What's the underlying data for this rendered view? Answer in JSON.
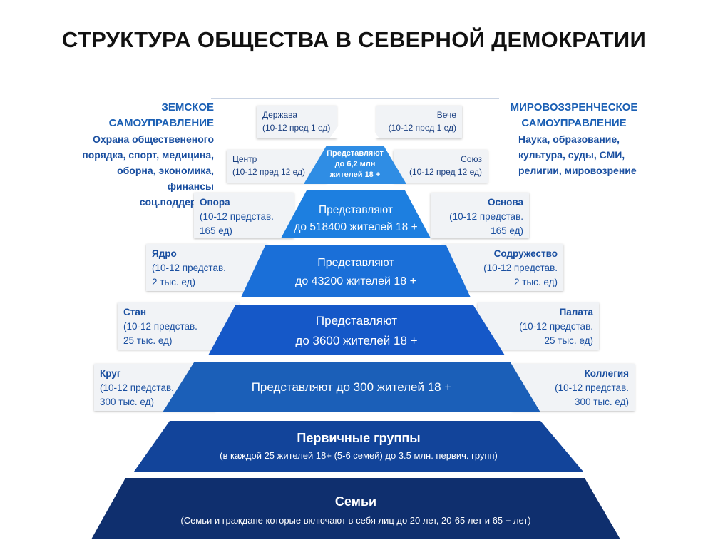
{
  "title": "СТРУКТУРА ОБЩЕСТВА В СЕВЕРНОЙ ДЕМОКРАТИИ",
  "left_column": {
    "heading": [
      "ЗЕМСКОЕ",
      "САМОУПРАВЛЕНИЕ"
    ],
    "description": [
      "Охрана обществененого",
      "порядка, спорт, медицина,",
      "оборна, экономика, финансы",
      "соц.поддержка"
    ]
  },
  "right_column": {
    "heading": [
      "МИРОВОЗЗРЕНЧЕСКОЕ",
      "САМОУПРАВЛЕНИЕ"
    ],
    "description": [
      "Наука, образование,",
      "культура, суды, СМИ,",
      "религии, мировозрение"
    ]
  },
  "tiers": [
    {
      "line1": "",
      "line2": ""
    },
    {
      "line1": "Представляют",
      "line2": "до 6,2 млн",
      "line3": "жителей 18 +"
    },
    {
      "line1": "Представляют",
      "line2": "до 518400 жителей 18 +"
    },
    {
      "line1": "Представляют",
      "line2": "до 43200 жителей 18 +"
    },
    {
      "line1": "Представляют",
      "line2": "до 3600 жителей 18 +"
    },
    {
      "line1": "Представляют до 300 жителей 18 +"
    },
    {
      "line1": "Первичные группы",
      "line2": "(в каждой 25 жителей 18+ (5-6 семей) до 3.5 млн. первич. групп)"
    },
    {
      "line1": "Семьи",
      "line2": "(Семьи и граждане которые включают в себя лиц до 20 лет, 20-65 лет и 65 + лет)"
    }
  ],
  "left_cards": [
    {
      "name": "Держава",
      "detail": [
        "(10-12 пред 1 ед)"
      ]
    },
    {
      "name": "Центр",
      "detail": [
        "(10-12 пред 12 ед)"
      ]
    },
    {
      "name": "Опора",
      "detail": [
        "(10-12 представ.",
        "165 ед)"
      ]
    },
    {
      "name": "Ядро",
      "detail": [
        "(10-12 представ.",
        "2 тыс. ед)"
      ]
    },
    {
      "name": "Стан",
      "detail": [
        "(10-12 представ.",
        "25 тыс. ед)"
      ]
    },
    {
      "name": "Круг",
      "detail": [
        "(10-12 представ.",
        "300 тыс. ед)"
      ]
    }
  ],
  "right_cards": [
    {
      "name": "Вече",
      "detail": [
        "(10-12 пред 1 ед)"
      ]
    },
    {
      "name": "Союз",
      "detail": [
        "(10-12 пред 12 ед)"
      ]
    },
    {
      "name": "Основа",
      "detail": [
        "(10-12 представ.",
        "165 ед)"
      ]
    },
    {
      "name": "Содружество",
      "detail": [
        "(10-12 представ.",
        "2 тыс. ед)"
      ]
    },
    {
      "name": "Палата",
      "detail": [
        "(10-12 представ.",
        "25 тыс. ед)"
      ]
    },
    {
      "name": "Коллегия",
      "detail": [
        "(10-12 представ.",
        "300 тыс. ед)"
      ]
    }
  ],
  "colors": {
    "tier_fills": [
      "#ffffff",
      "#2f8de4",
      "#1d7fe0",
      "#1a6fd8",
      "#1558c8",
      "#1b5fb8",
      "#12449a",
      "#0f2f6e"
    ],
    "card_bg": "#f1f3f6",
    "heading": "#1a5fb4"
  }
}
